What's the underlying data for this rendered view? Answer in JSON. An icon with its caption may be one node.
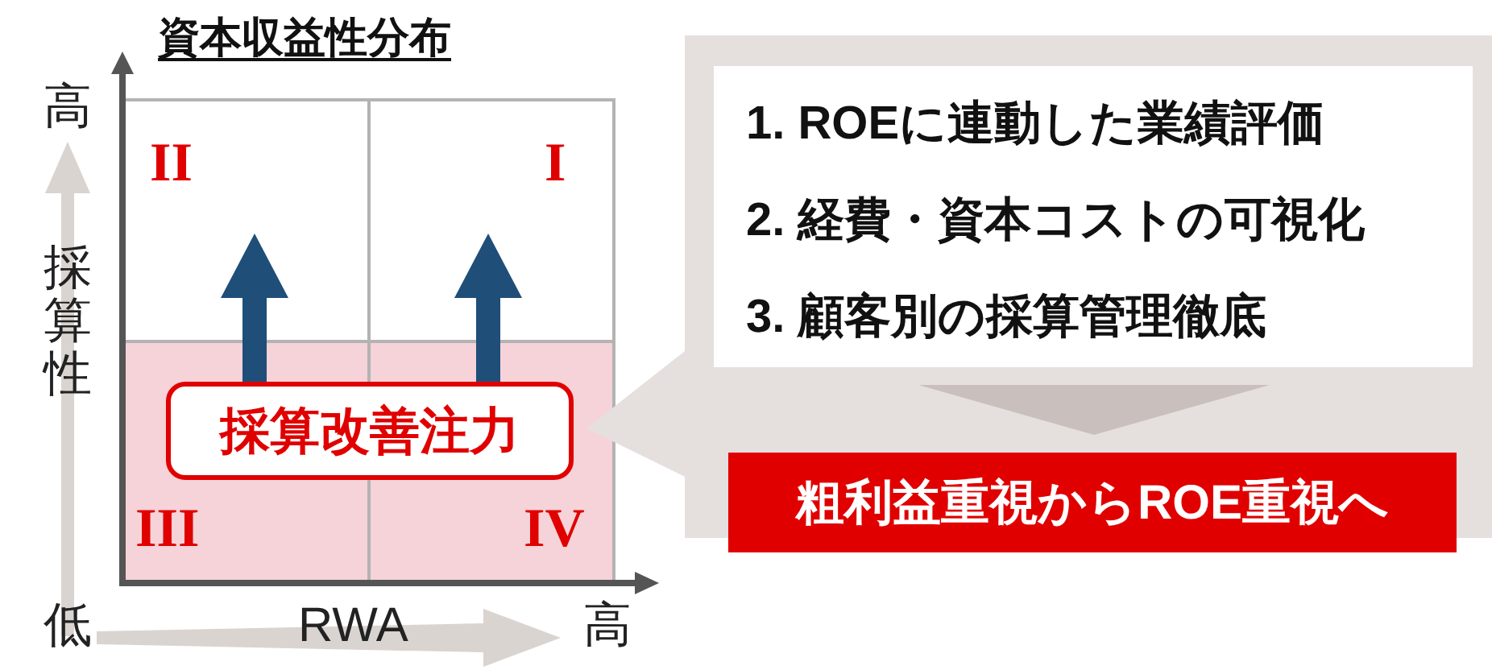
{
  "diagram": {
    "title": "資本収益性分布",
    "nodes": [
      {
        "text": [
          "採算改善注力"
        ]
      },
      {
        "text": [],
        "shape": "box"
      },
      {
        "text": [
          "1. ROEに連動した業績評価",
          "2. 経費・資本コストの可視化",
          "3. 顧客別の採算管理徹底"
        ],
        "in": 1
      },
      {
        "text": [
          "粗利益重視からROE重視へ"
        ],
        "in": 1
      }
    ],
    "edges": [
      {
        "from": 0,
        "to": null,
        "arrow": "to",
        "style": "thick",
        "color": "#1f4e79"
      },
      {
        "from": 0,
        "to": null,
        "arrow": "to",
        "style": "thick",
        "color": "#1f4e79"
      },
      {
        "from": 2,
        "to": 3,
        "arrow": "to",
        "style": "thick",
        "color": "#c9bfbc"
      }
    ],
    "labels": [
      "高",
      "II",
      "I",
      "採算性",
      "III",
      "IV",
      "低",
      "RWA",
      "高"
    ]
  }
}
